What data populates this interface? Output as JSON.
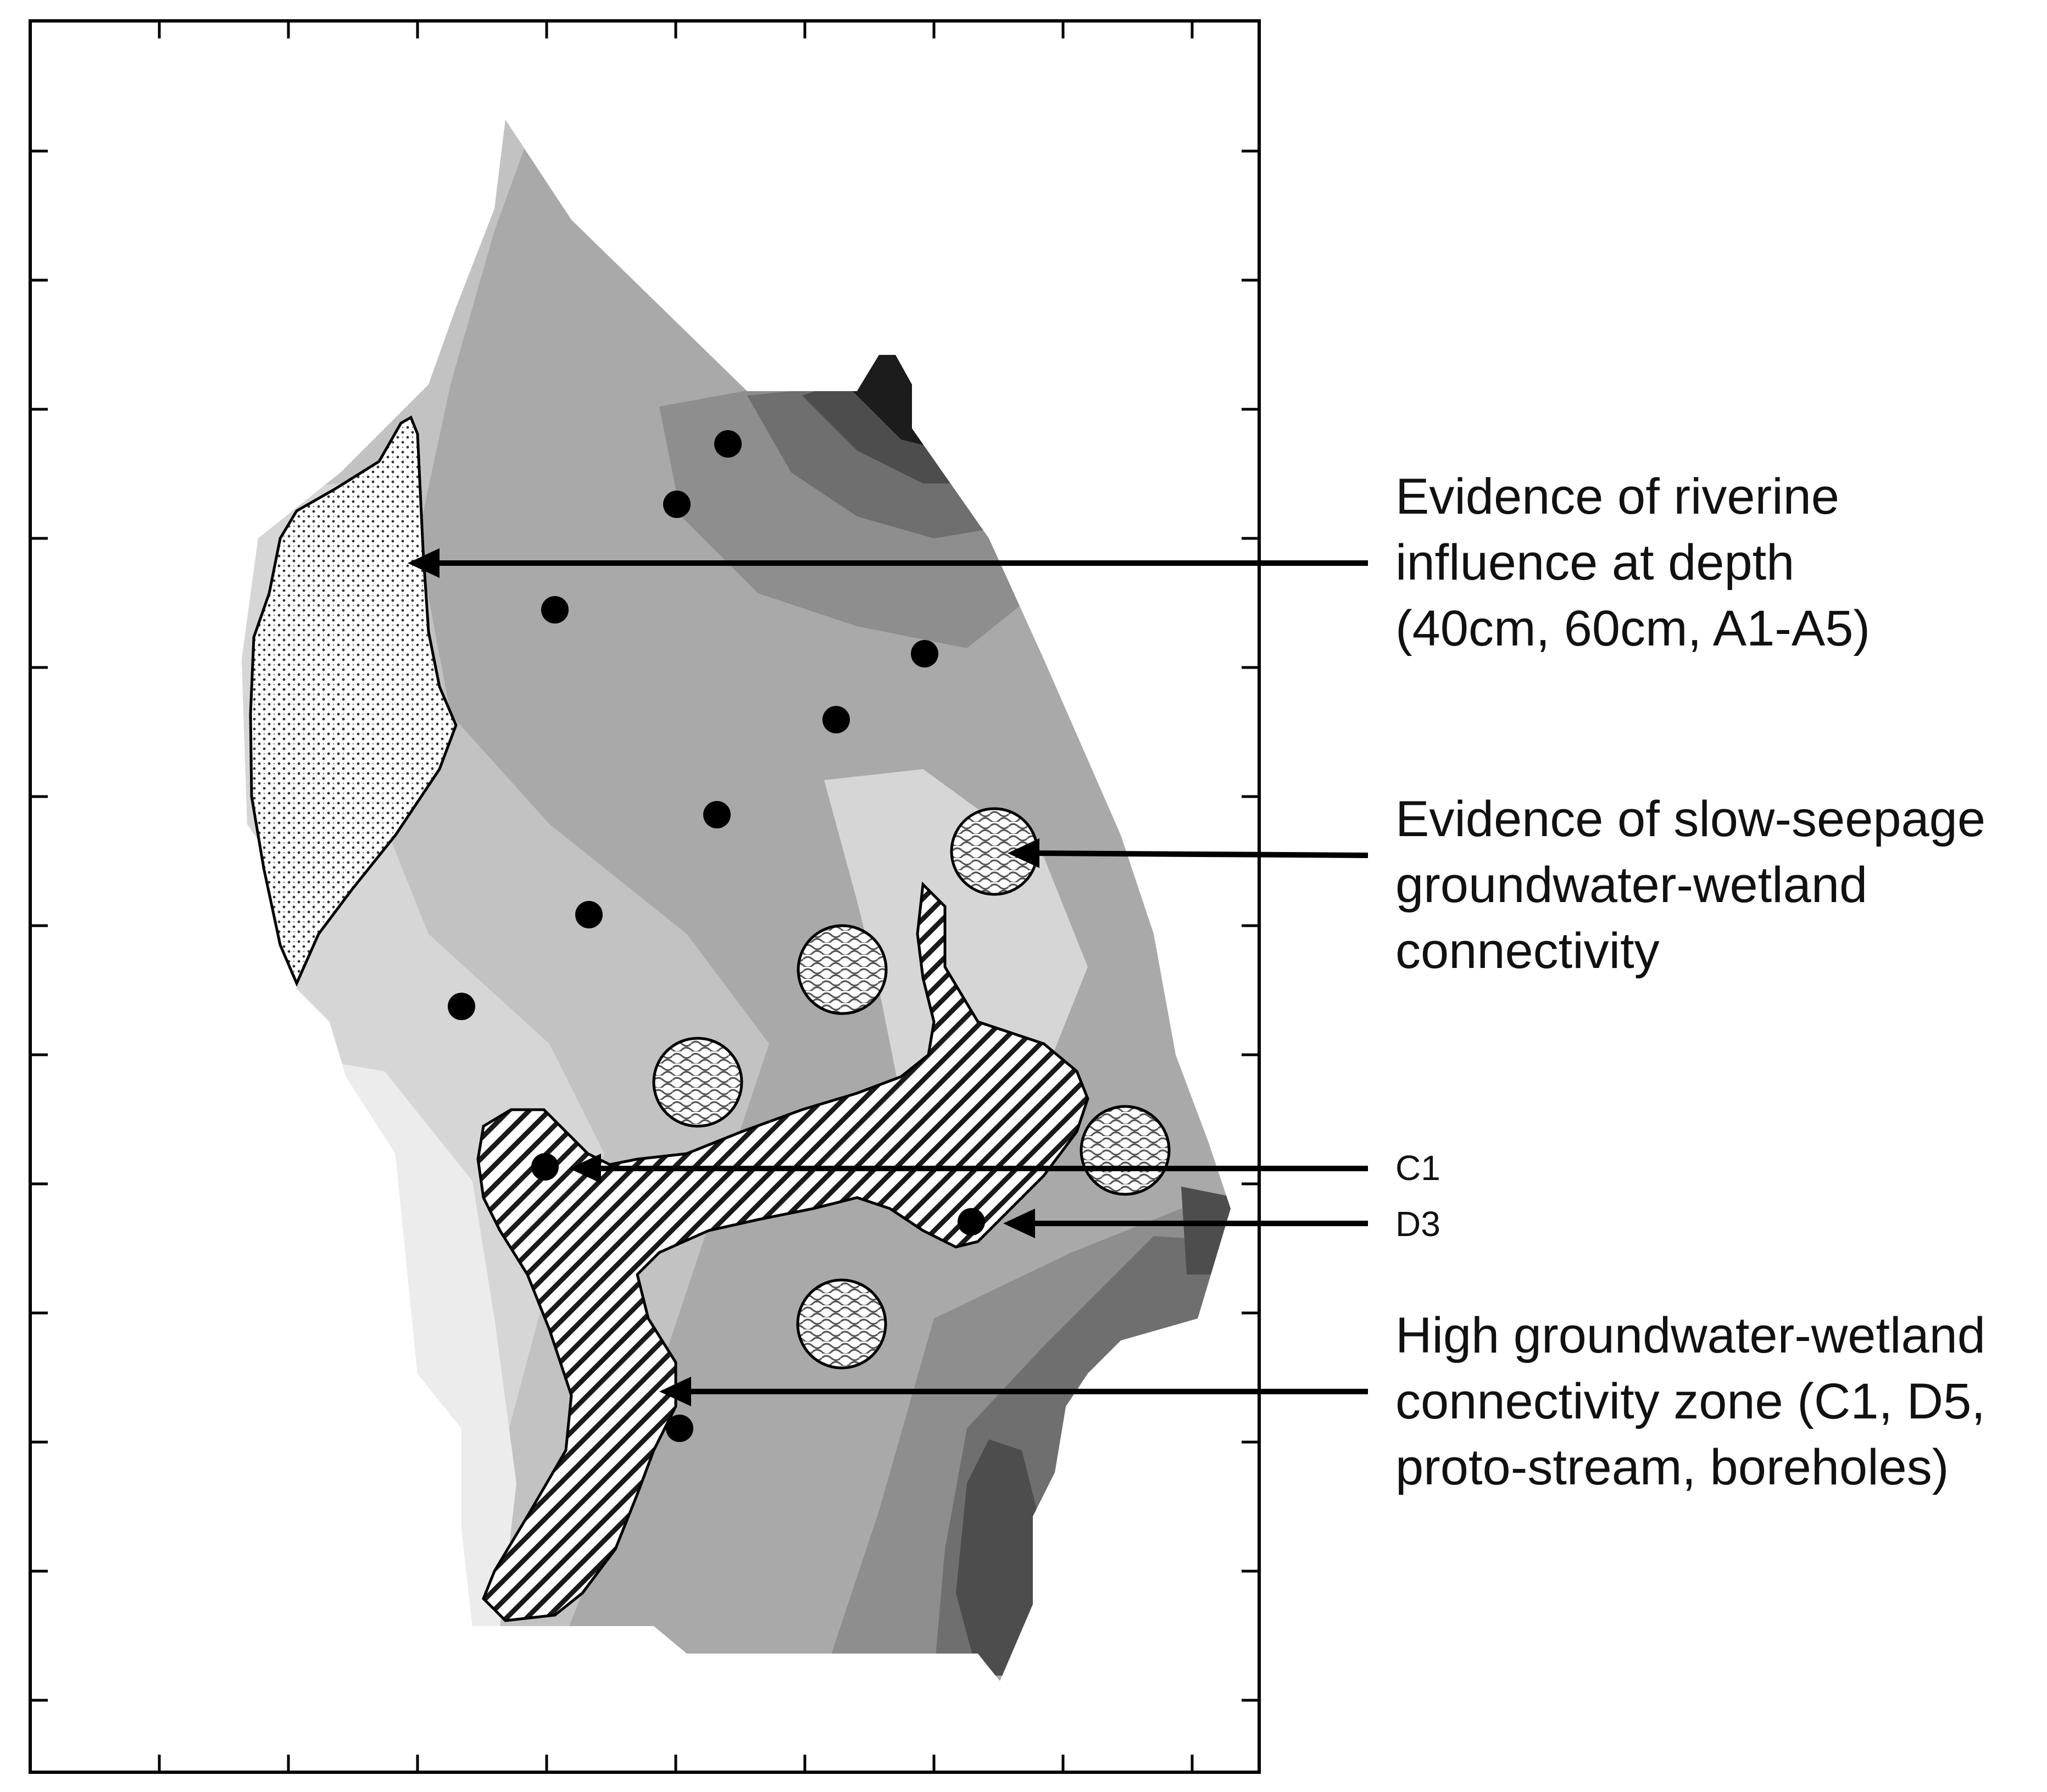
{
  "colors": {
    "frame": "#000000",
    "contour_lightest": "#ececec",
    "contour_light": "#d6d6d6",
    "contour_mid_light": "#c2c2c2",
    "contour_mid": "#a9a9a9",
    "contour_mid_dark": "#8e8e8e",
    "contour_dark": "#6f6f6f",
    "contour_darker": "#4d4d4d",
    "contour_darkest": "#1c1c1c",
    "zone_fill": "#ffffff",
    "sample_point": "#000000"
  },
  "annotations": {
    "riverine": {
      "line1": "Evidence of riverine",
      "line2": "influence at depth",
      "line3": "(40cm, 60cm, A1-A5)"
    },
    "seepage": {
      "line1": "Evidence of slow-seepage",
      "line2": "groundwater-wetland",
      "line3": "connectivity"
    },
    "c1": "C1",
    "d3": "D3",
    "high_zone": {
      "line1": "High groundwater-wetland",
      "line2": "connectivity zone (C1, D5,",
      "line3": "proto-stream, boreholes)"
    }
  },
  "legend_icons": {
    "riverine_zone": "stipple-pattern-area",
    "seepage_zone": "wave-pattern-circle",
    "high_connectivity_zone": "diagonal-hatch-area",
    "sampling_point": "black-dot"
  }
}
